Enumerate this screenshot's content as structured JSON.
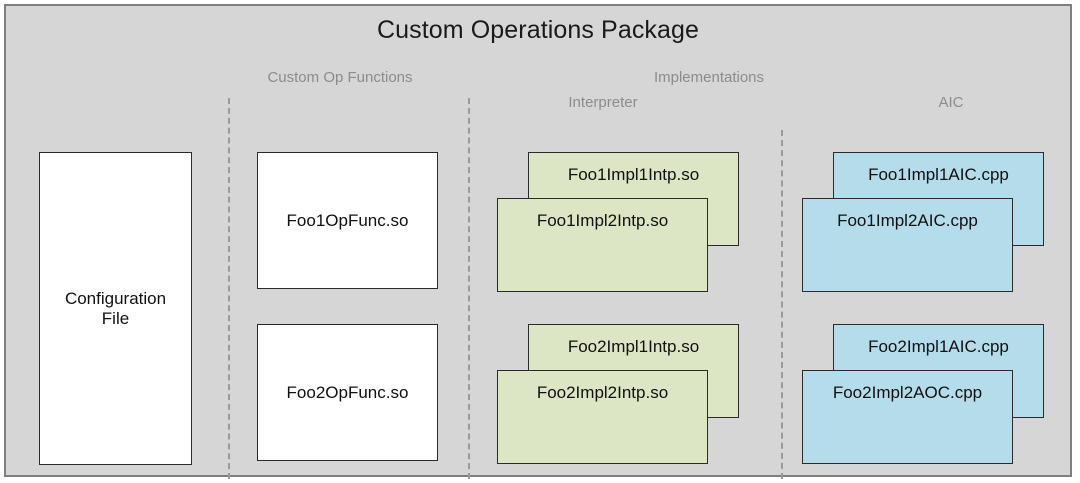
{
  "package": {
    "title": "Custom Operations Package",
    "background_color": "#d6d6d6",
    "border_color": "#7f7f7f"
  },
  "group_labels": {
    "custom_op_functions": "Custom Op Functions",
    "implementations": "Implementations",
    "interpreter": "Interpreter",
    "aic": "AIC"
  },
  "colors": {
    "white_node": "#ffffff",
    "green_node": "#dce5c4",
    "blue_node": "#b4dcea",
    "node_border": "#2b2b2b",
    "divider": "#9a9a9a",
    "label_text": "#8c8c8c",
    "title_text": "#1a1a1a"
  },
  "nodes": {
    "config_file": "Configuration\nFile",
    "config_file_line1": "Configuration",
    "config_file_line2": "File",
    "op_func_1": "Foo1OpFunc.so",
    "op_func_2": "Foo2OpFunc.so",
    "intp_1_back": "Foo1Impl1Intp.so",
    "intp_1_front": "Foo1Impl2Intp.so",
    "intp_2_back": "Foo2Impl1Intp.so",
    "intp_2_front": "Foo2Impl2Intp.so",
    "aic_1_back": "Foo1Impl1AIC.cpp",
    "aic_1_front": "Foo1Impl2AIC.cpp",
    "aic_2_back": "Foo2Impl1AIC.cpp",
    "aic_2_front": "Foo2Impl2AOC.cpp"
  }
}
